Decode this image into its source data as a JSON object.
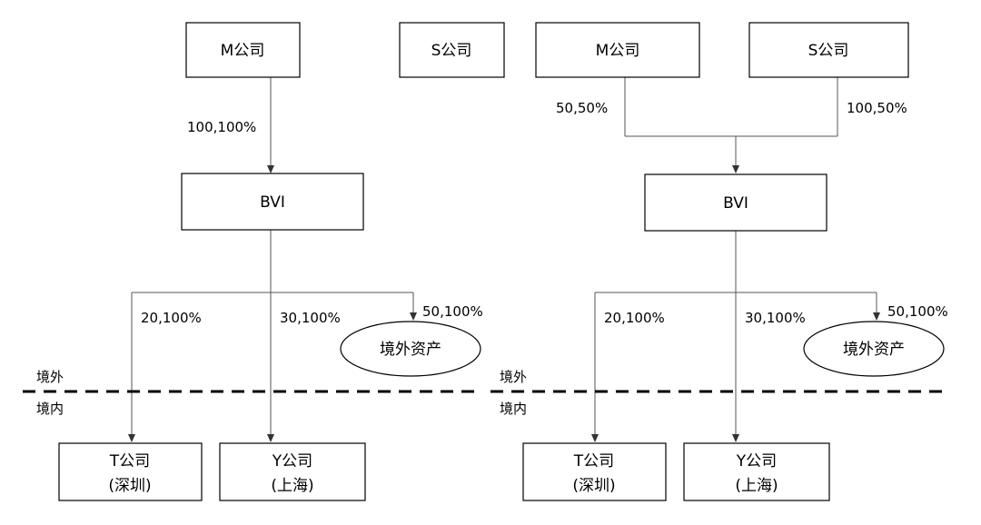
{
  "left_diagram": {
    "box_m": "M公司",
    "box_s": "S公司",
    "box_bvi": "BVI",
    "pct_m_bvi": "100,100%",
    "pct_t": "20,100%",
    "pct_y": "30,100%",
    "pct_asset": "50,100%",
    "asset": "境外资产",
    "region_outside": "境外",
    "region_inside": "境内",
    "box_t_line1": "T公司",
    "box_t_line2": "(深圳)",
    "box_y_line1": "Y公司",
    "box_y_line2": "(上海)"
  },
  "right_diagram": {
    "box_m": "M公司",
    "box_s": "S公司",
    "box_bvi": "BVI",
    "pct_m": "50,50%",
    "pct_s": "100,50%",
    "pct_t": "20,100%",
    "pct_y": "30,100%",
    "pct_asset": "50,100%",
    "asset": "境外资产",
    "region_outside": "境外",
    "region_inside": "境内",
    "box_t_line1": "T公司",
    "box_t_line2": "(深圳)",
    "box_y_line1": "Y公司",
    "box_y_line2": "(上海)"
  }
}
